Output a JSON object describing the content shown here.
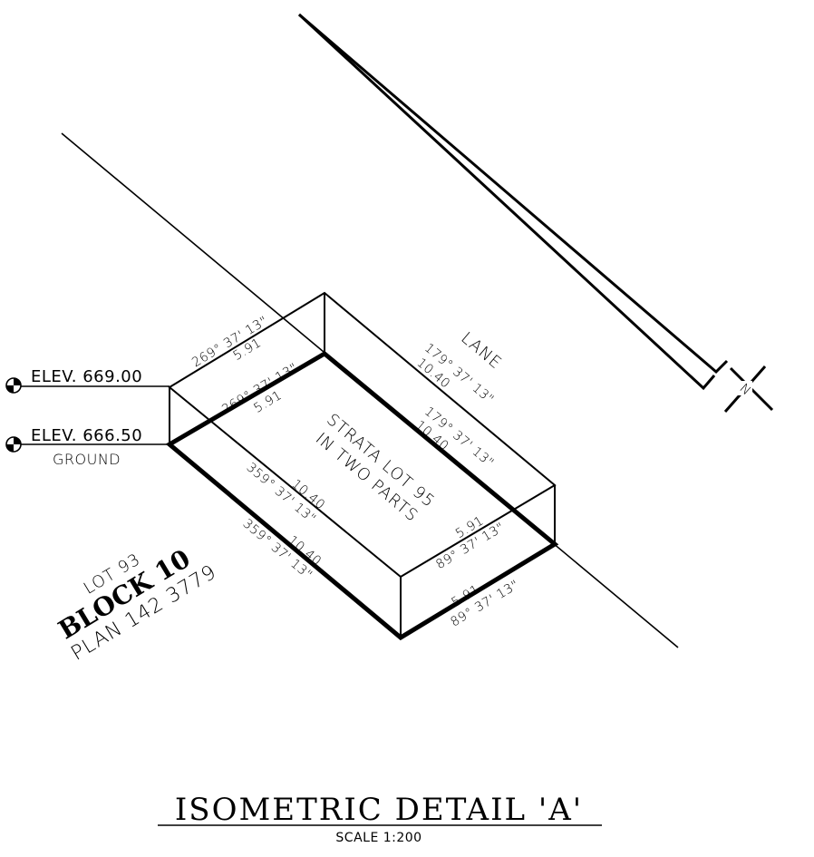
{
  "labels": {
    "lane": "LANE",
    "strata_line1": "STRATA LOT 95",
    "strata_line2": "IN TWO PARTS",
    "lot": "LOT 93",
    "block": "BLOCK 10",
    "plan": "PLAN 142 3779",
    "north": "N",
    "elev_upper": "ELEV. 669.00",
    "elev_lower": "ELEV. 666.50",
    "ground": "GROUND"
  },
  "dimensions": {
    "upper_nw_bearing": "269° 37' 13\"",
    "upper_nw_dist": "5.91",
    "lower_nw_bearing": "269° 37' 13\"",
    "lower_nw_dist": "5.91",
    "upper_ne_bearing": "179° 37' 13\"",
    "upper_ne_dist": "10.40",
    "lower_ne_bearing": "179° 37' 13\"",
    "lower_ne_dist": "10.40",
    "upper_sw_dist": "10.40",
    "upper_sw_bearing": "359° 37' 13\"",
    "lower_sw_dist": "10.40",
    "lower_sw_bearing": "359° 37' 13\"",
    "upper_se_dist": "5.91",
    "upper_se_bearing": "89° 37' 13\"",
    "lower_se_dist": "5.91",
    "lower_se_bearing": "89° 37' 13\""
  },
  "title": "ISOMETRIC DETAIL 'A'",
  "scale": "SCALE 1:200"
}
